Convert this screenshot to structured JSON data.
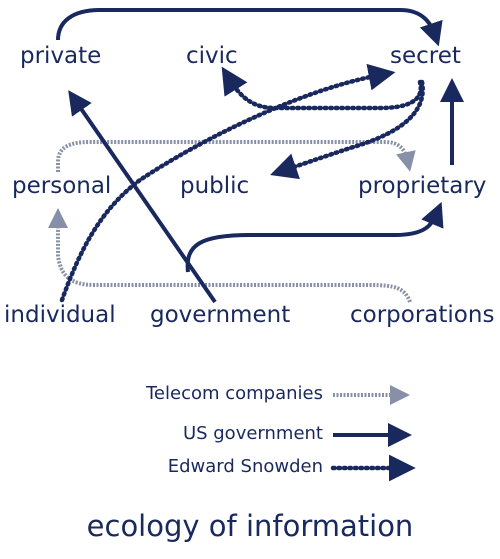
{
  "colors": {
    "ink": "#19295e",
    "telecom": "#8790a8",
    "government": "#19295e",
    "snowden": "#19295e"
  },
  "nodes": {
    "private": "private",
    "civic": "civic",
    "secret": "secret",
    "personal": "personal",
    "public": "public",
    "proprietary": "proprietary",
    "individual": "individual",
    "government": "government",
    "corporations": "corporations"
  },
  "legend": {
    "telecom": "Telecom companies",
    "government": "US government",
    "snowden": "Edward Snowden"
  },
  "footer": "ecology of information"
}
